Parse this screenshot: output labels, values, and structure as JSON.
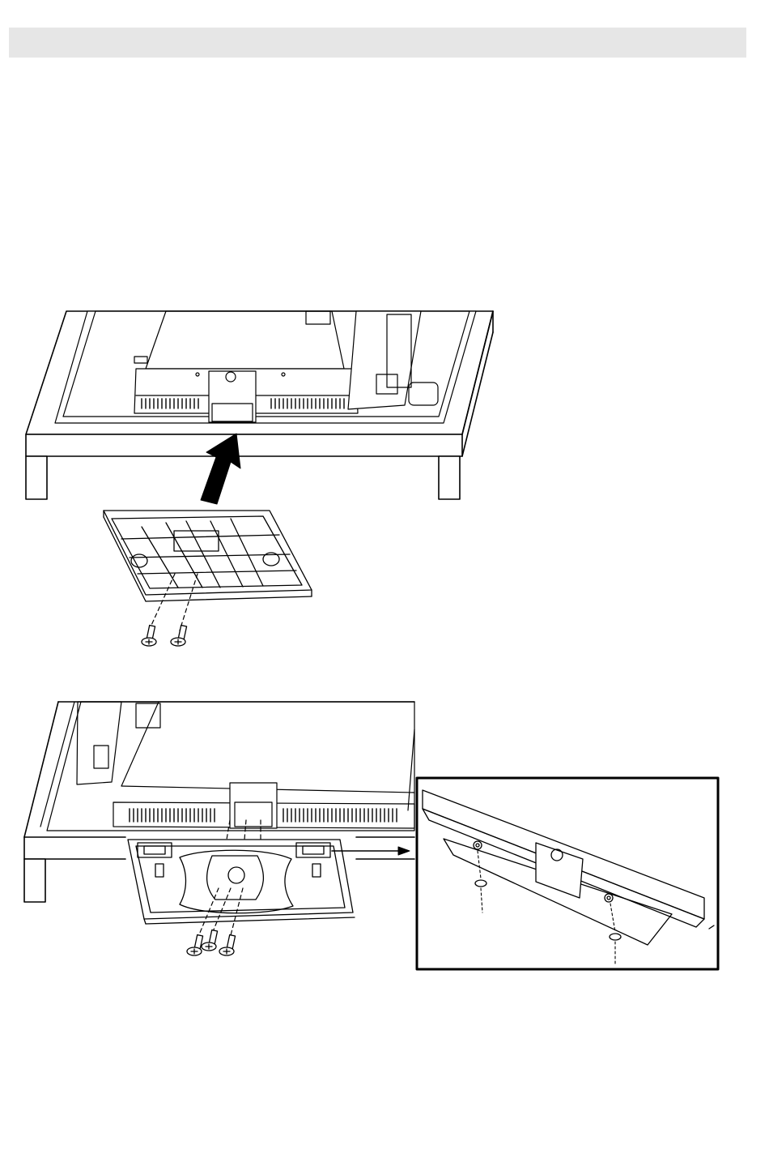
{
  "page": {
    "header_bar_color": "#e6e6e6",
    "line_color": "#000000",
    "background_color": "#ffffff"
  },
  "figures": [
    {
      "name": "step-1-attach-stand-base",
      "icons": [
        "tv-back-panel",
        "stand-base",
        "up-arrow-icon",
        "screw-icon",
        "screw-icon"
      ]
    },
    {
      "name": "step-2-fix-stand-with-screws",
      "icons": [
        "tv-back-panel",
        "stand-base",
        "screw-icon",
        "screw-icon",
        "screw-icon",
        "right-arrow-icon"
      ]
    },
    {
      "name": "detail-inset-underside",
      "icons": [
        "bracket",
        "screw-icon",
        "screw-icon"
      ]
    }
  ]
}
